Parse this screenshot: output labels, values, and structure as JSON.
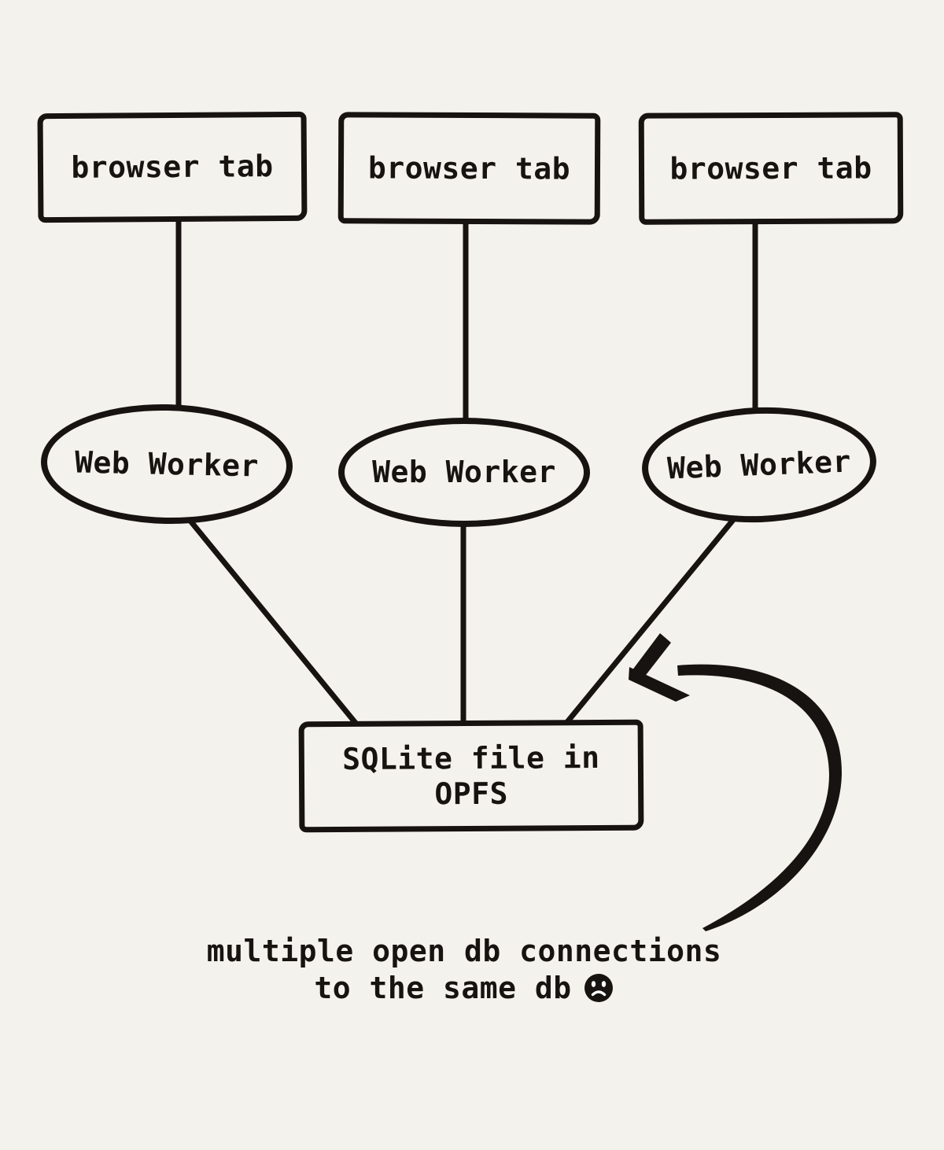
{
  "page": {
    "background_color": "#f4f2ed",
    "ink_color": "#171310"
  },
  "diagram": {
    "browser_tabs": [
      {
        "label": "browser tab"
      },
      {
        "label": "browser tab"
      },
      {
        "label": "browser tab"
      }
    ],
    "web_workers": [
      {
        "label": "Web Worker"
      },
      {
        "label": "Web Worker"
      },
      {
        "label": "Web Worker"
      }
    ],
    "sqlite_box": {
      "line1": "SQLite file in",
      "line2": "OPFS"
    },
    "caption": {
      "line1": "multiple open db connections",
      "line2": "to the same db",
      "emoji": "frowning-face"
    }
  }
}
